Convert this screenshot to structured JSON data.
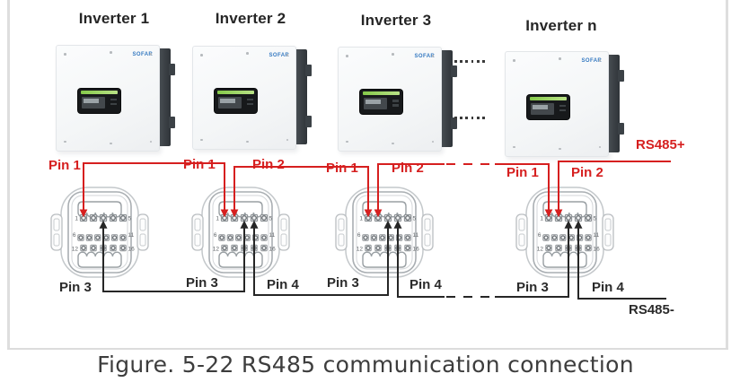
{
  "figure": {
    "caption": "Figure. 5-22 RS485 communication connection"
  },
  "buses": {
    "rs485_plus": "RS485+",
    "rs485_minus": "RS485-"
  },
  "inverters": [
    {
      "label": "Inverter 1",
      "top_pins": [
        "Pin 1"
      ],
      "bottom_pins": [
        "Pin 3"
      ]
    },
    {
      "label": "Inverter 2",
      "top_pins": [
        "Pin 1",
        "Pin 2"
      ],
      "bottom_pins": [
        "Pin 3",
        "Pin 4"
      ]
    },
    {
      "label": "Inverter 3",
      "top_pins": [
        "Pin 1",
        "Pin 2"
      ],
      "bottom_pins": [
        "Pin 3",
        "Pin 4"
      ]
    },
    {
      "label": "Inverter n",
      "top_pins": [
        "Pin 1",
        "Pin 2"
      ],
      "bottom_pins": [
        "Pin 3",
        "Pin 4"
      ]
    }
  ],
  "brand_logo": "SOFAR",
  "connector_pin_numbers": {
    "p1": "1",
    "p5": "5",
    "p6": "6",
    "p11": "11",
    "p12": "12",
    "p16": "16"
  },
  "icons": {
    "ellipsis": "six-dots-row",
    "connector": "com-port-16pin"
  },
  "colors": {
    "rs485_plus_wire": "#d61f1f",
    "rs485_minus_wire": "#262626",
    "frame": "#dedede"
  }
}
